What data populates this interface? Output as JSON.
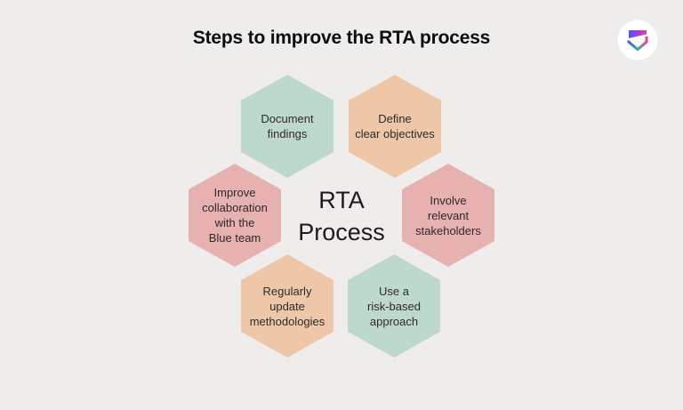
{
  "page": {
    "background_color": "#eeedeb"
  },
  "header": {
    "title": "Steps to improve the RTA process",
    "logo": {
      "name": "shield-brand-logo",
      "circle_color": "#ffffff",
      "gradient": [
        "#4b5be4",
        "#9b3fe0",
        "#e8428e",
        "#2ab6a3"
      ]
    }
  },
  "diagram": {
    "center_label": {
      "text": "RTA\nProcess"
    },
    "colors": {
      "green": "#bdd9cc",
      "peach": "#eec7a9",
      "pink": "#e6b1ae",
      "text": "#2e2a2c"
    },
    "hexagons": [
      {
        "position": "top-left",
        "color": "#bdd9cc",
        "label": "Document\nfindings"
      },
      {
        "position": "top-right",
        "color": "#eec7a9",
        "label": "Define\nclear objectives"
      },
      {
        "position": "middle-left",
        "color": "#e6b1ae",
        "label": "Improve\ncollaboration\nwith the\nBlue team"
      },
      {
        "position": "middle-right",
        "color": "#e6b1ae",
        "label": "Involve\nrelevant\nstakeholders"
      },
      {
        "position": "bottom-left",
        "color": "#eec7a9",
        "label": "Regularly\nupdate\nmethodologies"
      },
      {
        "position": "bottom-right",
        "color": "#bdd9cc",
        "label": "Use a\nrisk-based\napproach"
      }
    ]
  }
}
